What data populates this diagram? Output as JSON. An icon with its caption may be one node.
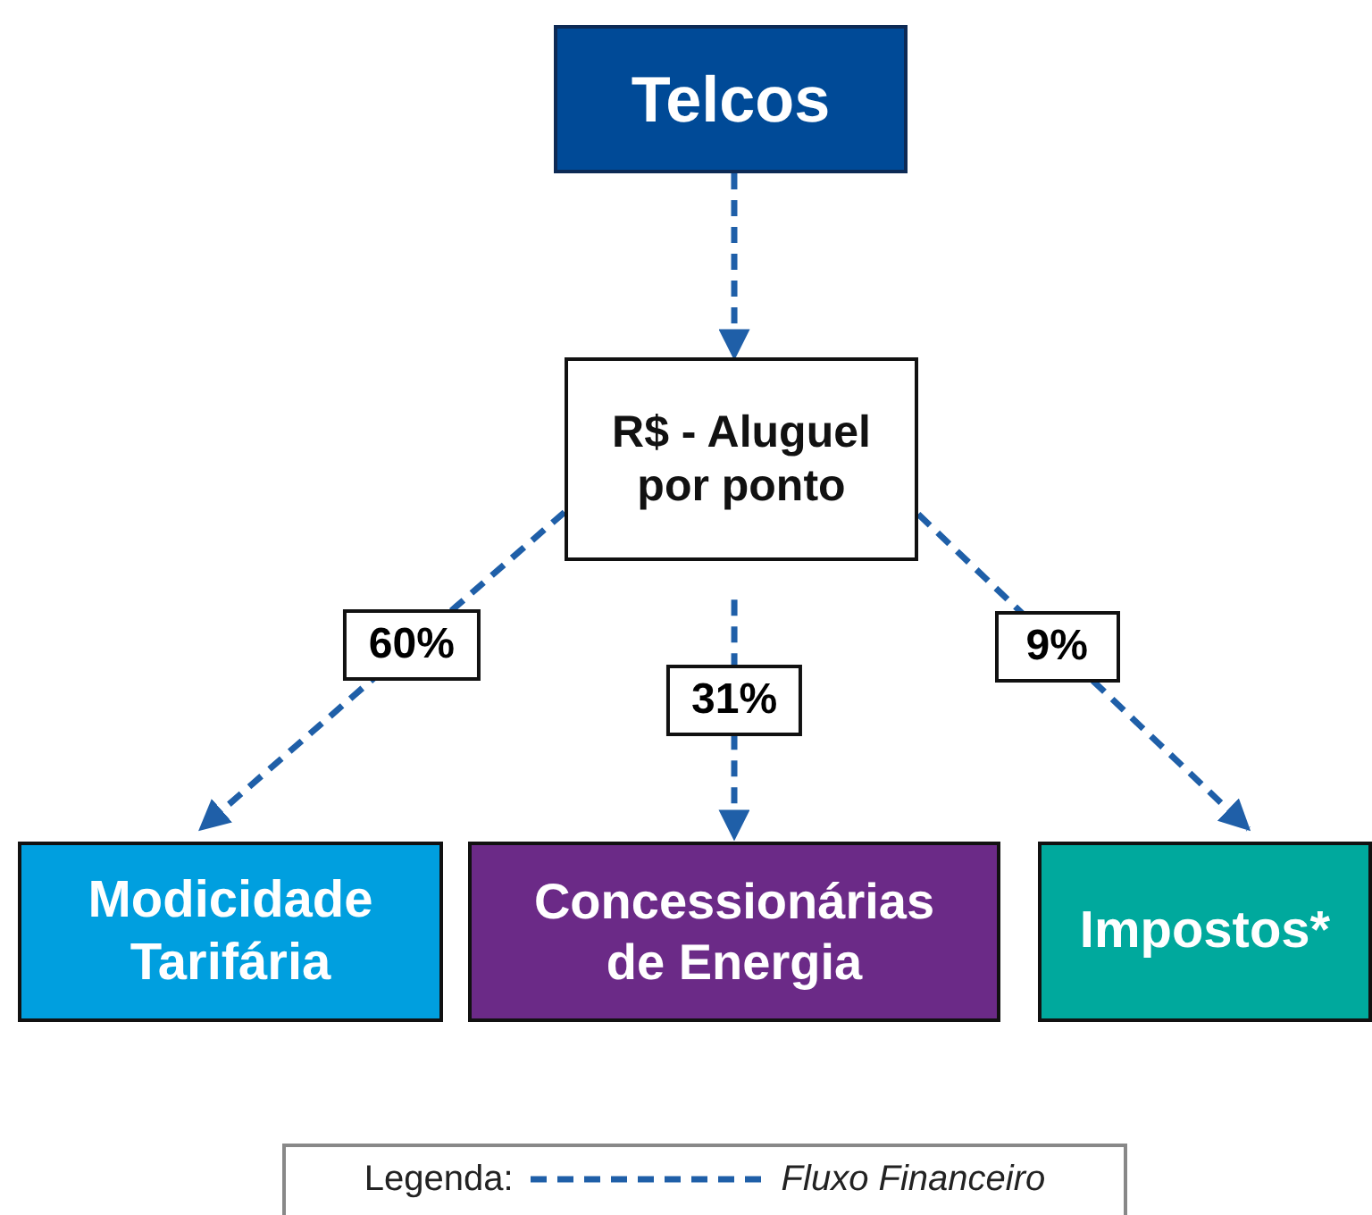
{
  "diagram": {
    "nodes": [
      {
        "text": [
          "Telcos"
        ]
      },
      {
        "text": [
          "R$ - Aluguel por ponto"
        ]
      },
      {
        "text": [
          "Modicidade Tarifária"
        ]
      },
      {
        "text": [
          "Concessionárias de Energia"
        ]
      },
      {
        "text": [
          "Impostos*"
        ]
      }
    ],
    "edges": [
      {
        "from": 0,
        "to": 1,
        "arrow": "to",
        "style": "dashed"
      },
      {
        "from": 1,
        "to": 2,
        "arrow": "to",
        "style": "dashed",
        "label": "60%"
      },
      {
        "from": 1,
        "to": 3,
        "arrow": "to",
        "style": "dashed",
        "label": "31%"
      },
      {
        "from": 1,
        "to": 4,
        "arrow": "to",
        "style": "dashed",
        "label": "9%"
      }
    ],
    "labels": [
      "Legenda:"
    ],
    "legend": [
      {
        "text": "Fluxo Financeiro"
      }
    ]
  }
}
